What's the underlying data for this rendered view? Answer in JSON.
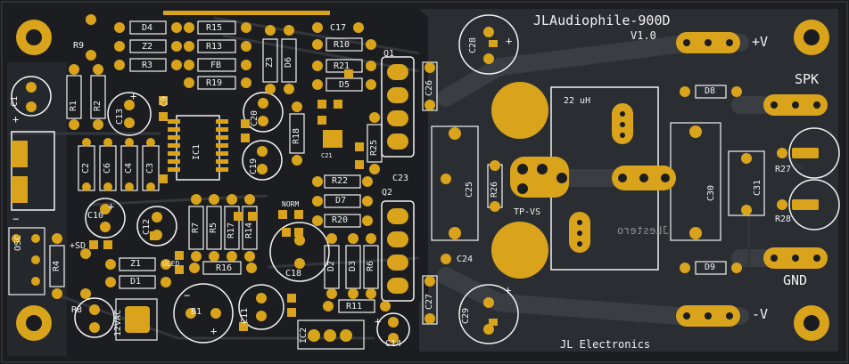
{
  "board": {
    "title": "JLAudiophile-900D",
    "version": "V1.0",
    "maker": "JL Electronics",
    "mirrored_text": "JLestero",
    "colors": {
      "substrate": "#1b1d20",
      "copper": "#d9a41c",
      "silk": "#f2f2f2",
      "trace": "#33363b"
    }
  },
  "terminals": {
    "vplus": "+V",
    "vminus": "-V",
    "spk": "SPK",
    "gnd": "GND",
    "ac": "12VAC",
    "osc": "OSC",
    "tp": "TP-VS",
    "sd": "+SD",
    "uled": "ULED",
    "norm": "NORM"
  },
  "inductor": "22 uH",
  "refs": {
    "d4": "D4",
    "z2": "Z2",
    "r3": "R3",
    "r15": "R15",
    "r13": "R13",
    "fb": "FB",
    "r19": "R19",
    "z3": "Z3",
    "d6": "D6",
    "c17": "C17",
    "r10": "R10",
    "r21": "R21",
    "d5": "D5",
    "r9": "R9",
    "c1": "C1",
    "r1": "R1",
    "r2": "R2",
    "c13": "C13",
    "c9": "C9",
    "ic1": "IC1",
    "c20": "C20",
    "c2": "C2",
    "c6": "C6",
    "c4": "C4",
    "c3": "C3",
    "r18": "R18",
    "c19": "C19",
    "c21": "C21",
    "q1": "Q1",
    "c26": "C26",
    "r25": "R25",
    "c23": "C23",
    "q2": "Q2",
    "r22": "R22",
    "d7": "D7",
    "r20": "R20",
    "c10": "C10",
    "c12": "C12",
    "r7": "R7",
    "r5": "R5",
    "r17": "R17",
    "r14": "R14",
    "r4": "R4",
    "z1": "Z1",
    "d1": "D1",
    "r16": "R16",
    "c18": "C18",
    "d2": "D2",
    "d3": "D3",
    "r6": "R6",
    "r8": "R8",
    "b1": "B1",
    "c11": "C11",
    "r11": "R11",
    "ic2": "IC2",
    "c14": "C14",
    "c27": "C27",
    "c28": "C28",
    "c29": "C29",
    "c24": "C24",
    "c25": "C25",
    "r26": "R26",
    "d8": "D8",
    "d9": "D9",
    "c30": "C30",
    "c31": "C31",
    "r27": "R27",
    "r28": "R28"
  },
  "polarity": {
    "plus": "+",
    "minus": "−"
  }
}
